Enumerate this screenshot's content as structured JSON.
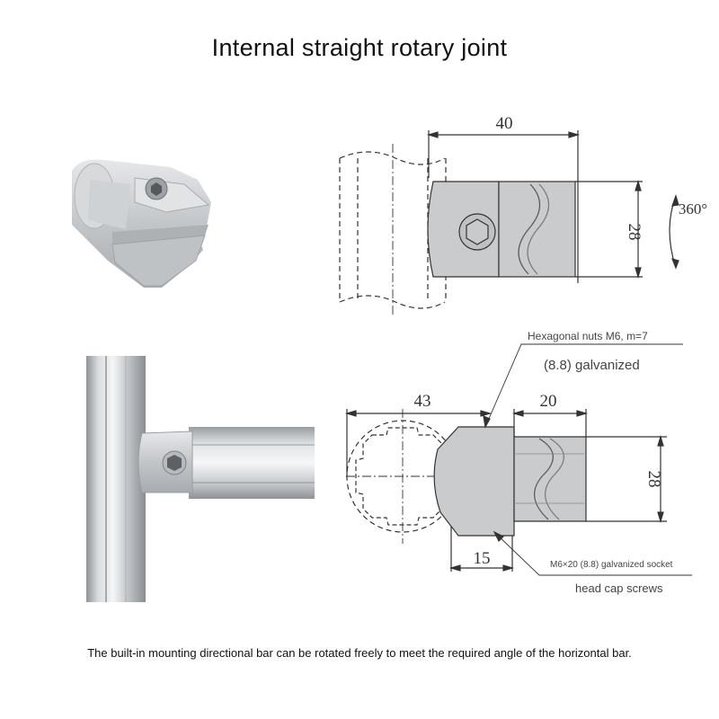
{
  "title": "Internal straight rotary joint",
  "caption": "The built-in mounting directional bar can be rotated freely to meet the required angle of the horizontal bar.",
  "top_drawing": {
    "dim_width": "40",
    "dim_height": "28",
    "rotation": "360°"
  },
  "bottom_drawing": {
    "dim_left": "43",
    "dim_right": "20",
    "dim_height": "28",
    "dim_bottom": "15",
    "nut_label": "Hexagonal nuts M6, m=7",
    "nut_grade": "(8.8) galvanized",
    "screw_label": "M6×20 (8.8) galvanized socket",
    "screw_label_2": "head cap screws"
  },
  "colors": {
    "part_gray": "#c9cbcc",
    "line": "#333333"
  }
}
